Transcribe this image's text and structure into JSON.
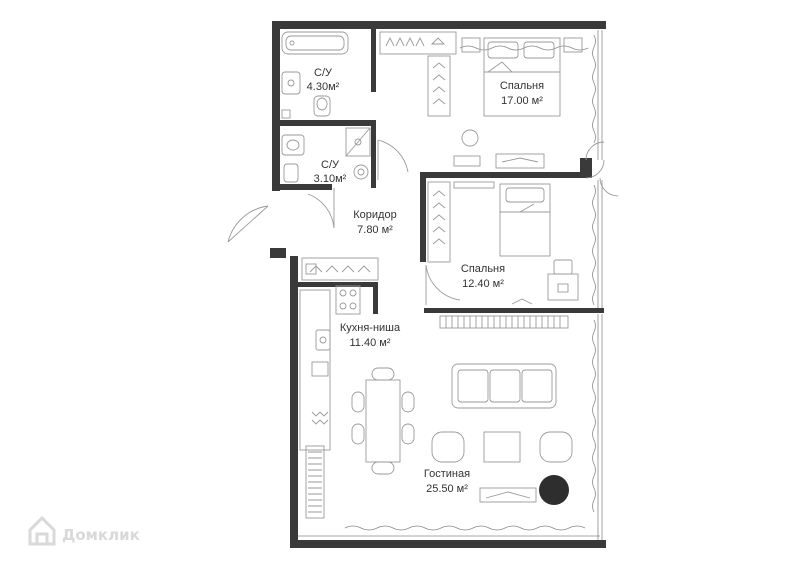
{
  "colors": {
    "wall": "#3a3a3a",
    "furniture": "#9a9a9a",
    "text": "#333333",
    "watermark": "#d9d9d9",
    "dark_object": "#2e2e2e"
  },
  "rooms": [
    {
      "key": "bath1",
      "name": "С/У",
      "area": "4.30м²"
    },
    {
      "key": "bath2",
      "name": "С/У",
      "area": "3.10м²"
    },
    {
      "key": "bedroom1",
      "name": "Спальня",
      "area": "17.00 м²"
    },
    {
      "key": "corridor",
      "name": "Коридор",
      "area": "7.80 м²"
    },
    {
      "key": "bedroom2",
      "name": "Спальня",
      "area": "12.40 м²"
    },
    {
      "key": "kitchen",
      "name": "Кухня-ниша",
      "area": "11.40 м²"
    },
    {
      "key": "living",
      "name": "Гостиная",
      "area": "25.50 м²"
    }
  ],
  "watermark": {
    "text": "Домклик",
    "icon": "house-logo-icon"
  }
}
